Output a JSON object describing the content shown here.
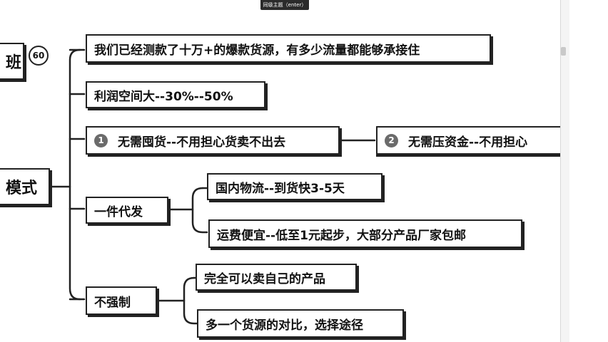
{
  "hint": {
    "text": "同级主题（enter）"
  },
  "badge": {
    "text": "60"
  },
  "root": {
    "top_label": "班",
    "main_label": "模式"
  },
  "branches": {
    "b1": {
      "label": "我们已经测款了十万+的爆款货源，有多少流量都能够承接住"
    },
    "b2": {
      "label": "利润空间大--30%--50%"
    },
    "b3": {
      "num": "1",
      "label": "无需囤货--不用担心货卖不出去"
    },
    "b3b": {
      "num": "2",
      "label": "无需压资金--不用担心"
    },
    "b4": {
      "label": "一件代发",
      "children": [
        {
          "label": "国内物流--到货快3-5天"
        },
        {
          "label": "运费便宜--低至1元起步，大部分产品厂家包邮"
        }
      ]
    },
    "b5": {
      "label": "不强制",
      "children": [
        {
          "label": "完全可以卖自己的产品"
        },
        {
          "label": "多一个货源的对比，选择途径"
        }
      ]
    }
  },
  "colors": {
    "line": "#222222",
    "num_circle": "#6b6b6b"
  }
}
